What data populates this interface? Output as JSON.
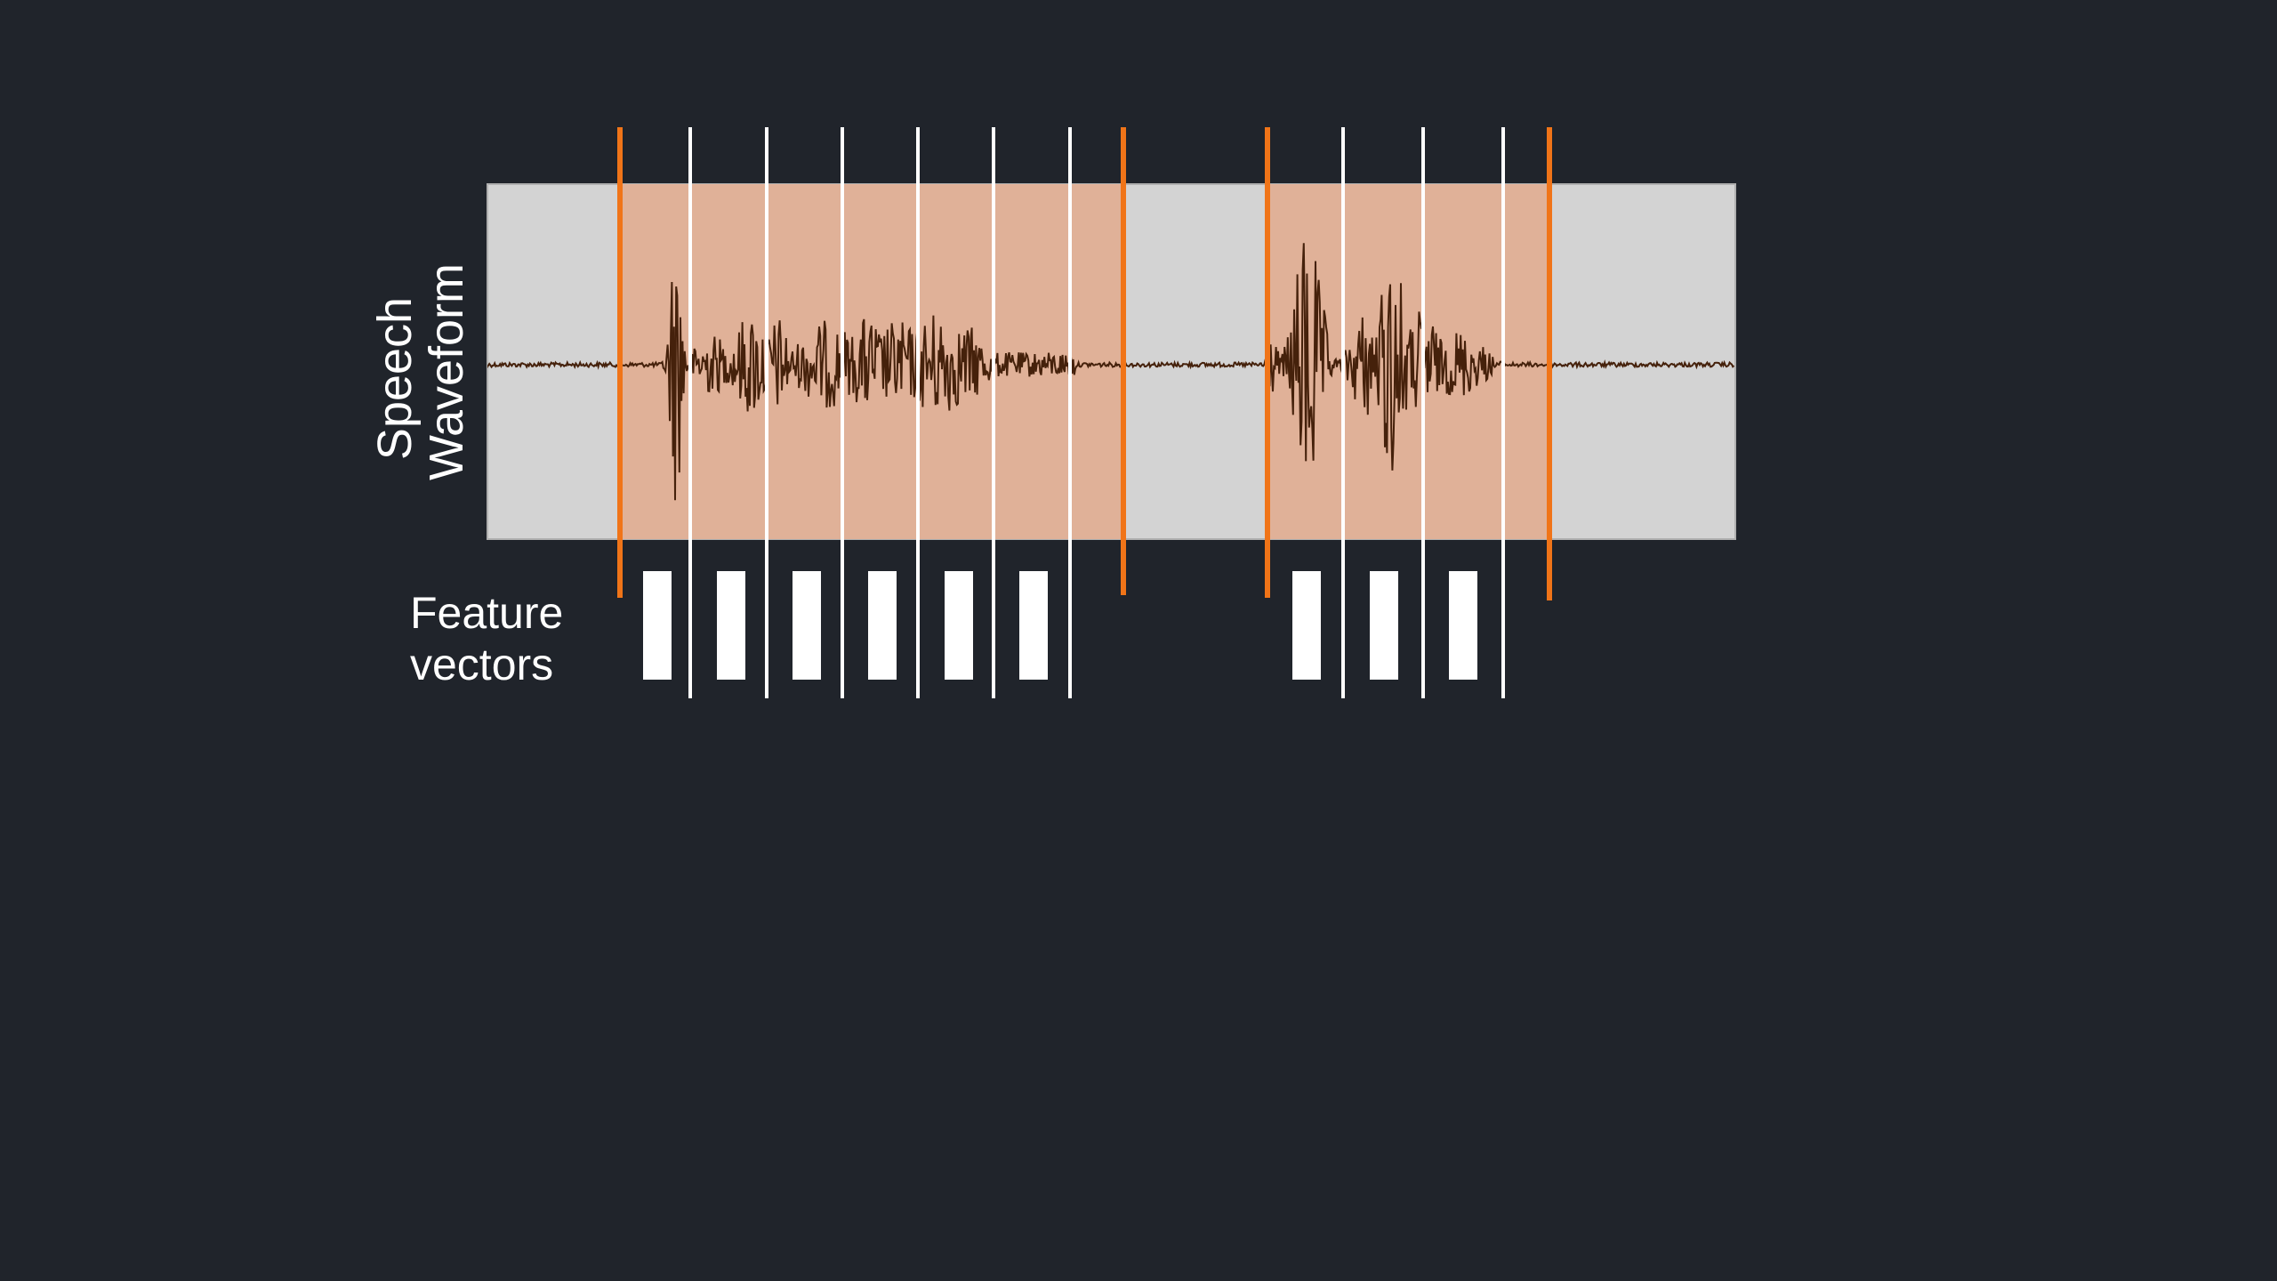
{
  "labels": {
    "waveform_line1": "Speech",
    "waveform_line2": "Waveform",
    "features_line1": "Feature",
    "features_line2": "vectors"
  },
  "colors": {
    "background": "#20242b",
    "panel": "#d3d3d3",
    "segment_highlight": "#e0b198",
    "segment_boundary": "#f07418",
    "frame_boundary": "#ffffff",
    "waveform_speech": "#45210b",
    "waveform_silence": "#111111",
    "feature_vector": "#ffffff"
  },
  "segments": [
    {
      "name": "speech-segment-1",
      "frames": 6
    },
    {
      "name": "speech-segment-2",
      "frames": 3
    }
  ],
  "icons": {
    "waveform": "speech-waveform-icon",
    "feature_vector": "feature-vector-icon"
  }
}
